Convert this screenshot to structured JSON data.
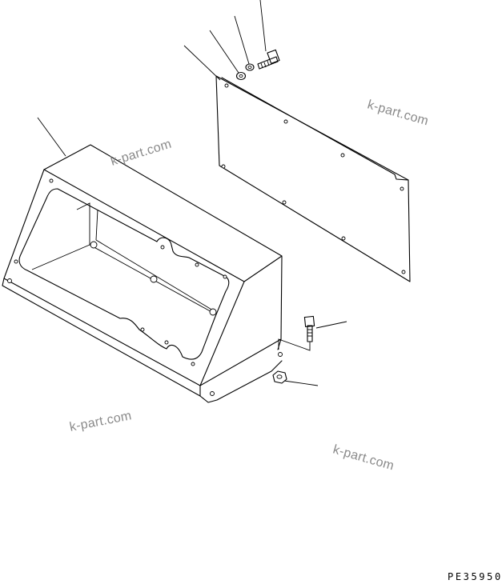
{
  "drawing_code": "PE35950",
  "watermarks": [
    "k-part.com",
    "k-part.com",
    "k-part.com",
    "k-part.com"
  ],
  "colors": {
    "line": "#000000",
    "watermark": "#8a8a8a",
    "background": "#ffffff"
  }
}
